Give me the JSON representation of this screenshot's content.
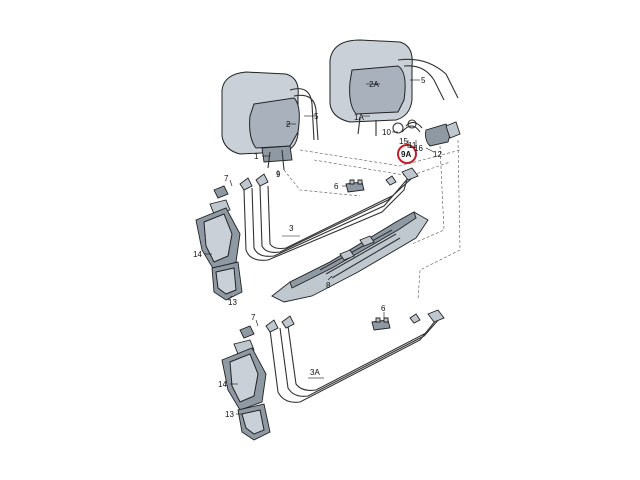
{
  "diagram": {
    "callouts": {
      "c1": "1",
      "c1a": "1A",
      "c2": "2",
      "c2a": "2A",
      "c3": "3",
      "c3a": "3A",
      "c5a": "5",
      "c5b": "5",
      "c6a": "6",
      "c6b": "6",
      "c7a": "7",
      "c7b": "7",
      "c8": "8",
      "c9": "9",
      "c9a": "9A",
      "c10": "10",
      "c11": "11",
      "c12": "12",
      "c13a": "13",
      "c13b": "13",
      "c14a": "14",
      "c14b": "14",
      "c15": "15",
      "c16": "16"
    },
    "highlight_color": "#c0202a"
  }
}
